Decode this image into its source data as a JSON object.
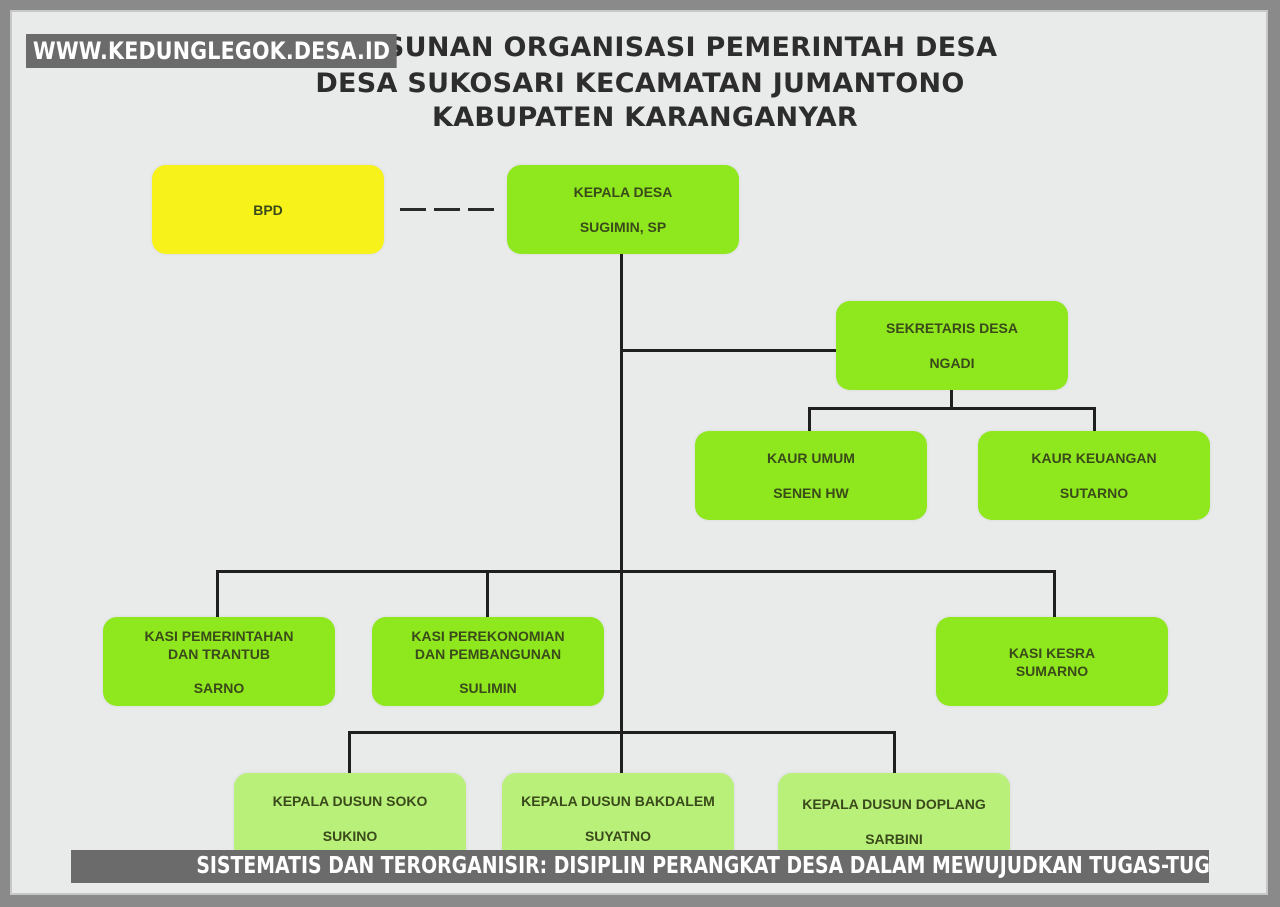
{
  "watermark": "WWW.KEDUNGLEGOK.DESA.ID",
  "title": {
    "line1": "USUNAN ORGANISASI PEMERINTAH DESA",
    "line2": "DESA SUKOSARI KECAMATAN JUMANTONO",
    "line3": "KABUPATEN KARANGANYAR"
  },
  "colors": {
    "box_green": "#8fe81d",
    "box_yellow": "#f6f21a",
    "background": "#e9eaea"
  },
  "org": {
    "bpd": {
      "role": "BPD"
    },
    "kepala_desa": {
      "role": "KEPALA DESA",
      "name": "SUGIMIN, SP"
    },
    "sekretaris_desa": {
      "role": "SEKRETARIS DESA",
      "name": "NGADI"
    },
    "kaur_umum": {
      "role": "KAUR UMUM",
      "name": "SENEN HW"
    },
    "kaur_keuangan": {
      "role": "KAUR KEUANGAN",
      "name": "SUTARNO"
    },
    "kasi_pemerintahan": {
      "role": "KASI PEMERINTAHAN\nDAN TRANTUB",
      "name": "SARNO"
    },
    "kasi_perekonomian": {
      "role": "KASI PEREKONOMIAN\nDAN PEMBANGUNAN",
      "name": "SULIMIN"
    },
    "kasi_kesra": {
      "role": "KASI KESRA",
      "name": "SUMARNO"
    },
    "dusun_soko": {
      "role": "KEPALA DUSUN SOKO",
      "name": "SUKINO"
    },
    "dusun_bakdalem": {
      "role": "KEPALA DUSUN BAKDALEM",
      "name": "SUYATNO"
    },
    "dusun_doplang": {
      "role": "KEPALA DUSUN DOPLANG",
      "name": "SARBINI"
    }
  },
  "caption": "SISTEMATIS DAN TERORGANISIR: DISIPLIN PERANGKAT DESA DALAM MEWUJUDKAN TUGAS-TUGAS PENTING"
}
